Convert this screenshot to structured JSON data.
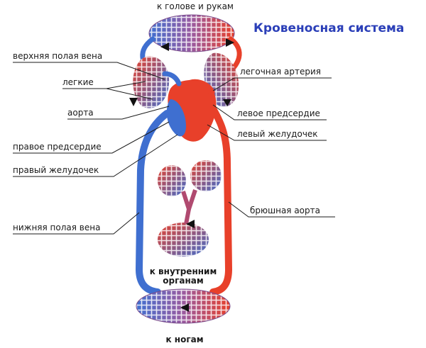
{
  "title": "Кровеносная система",
  "labels": {
    "head_arms": "к голове и рукам",
    "superior_vena_cava": "верхняя полая вена",
    "lungs": "легкие",
    "aorta": "аорта",
    "right_atrium": "правое предсердие",
    "right_ventricle": "правый желудочек",
    "inferior_vena_cava": "нижняя полая вена",
    "pulmonary_artery": "легочная артерия",
    "left_atrium": "левое предсердие",
    "left_ventricle": "левый желудочек",
    "abdominal_aorta": "брюшная аорта",
    "internal_organs_line1": "к внутренним",
    "internal_organs_line2": "органам",
    "legs": "к ногам"
  },
  "colors": {
    "title": "#2b3fb8",
    "artery": "#e8402a",
    "vein": "#3f6fd0",
    "mixed": "#9a5aa0",
    "leader_line": "#1a1a1a"
  }
}
